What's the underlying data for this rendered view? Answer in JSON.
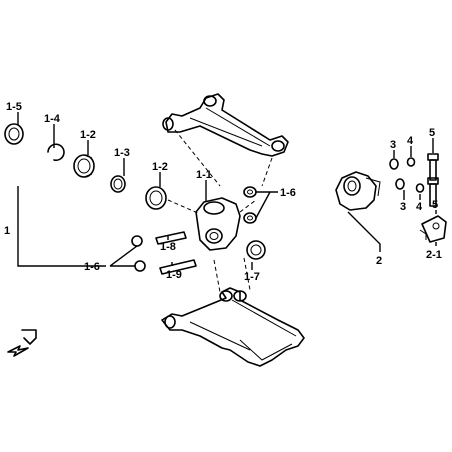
{
  "labels": {
    "l1_5": "1-5",
    "l1_4": "1-4",
    "l1_2a": "1-2",
    "l1_3": "1-3",
    "l1_2b": "1-2",
    "l1_1": "1-1",
    "l1_6a": "1-6",
    "l1": "1",
    "l1_8": "1-8",
    "l1_6b": "1-6",
    "l1_9": "1-9",
    "l1_7": "1-7",
    "l3a": "3",
    "l4a": "4",
    "l5a": "5",
    "l3b": "3",
    "l4b": "4",
    "l5b": "5",
    "l2": "2",
    "l2_1": "2-1"
  }
}
